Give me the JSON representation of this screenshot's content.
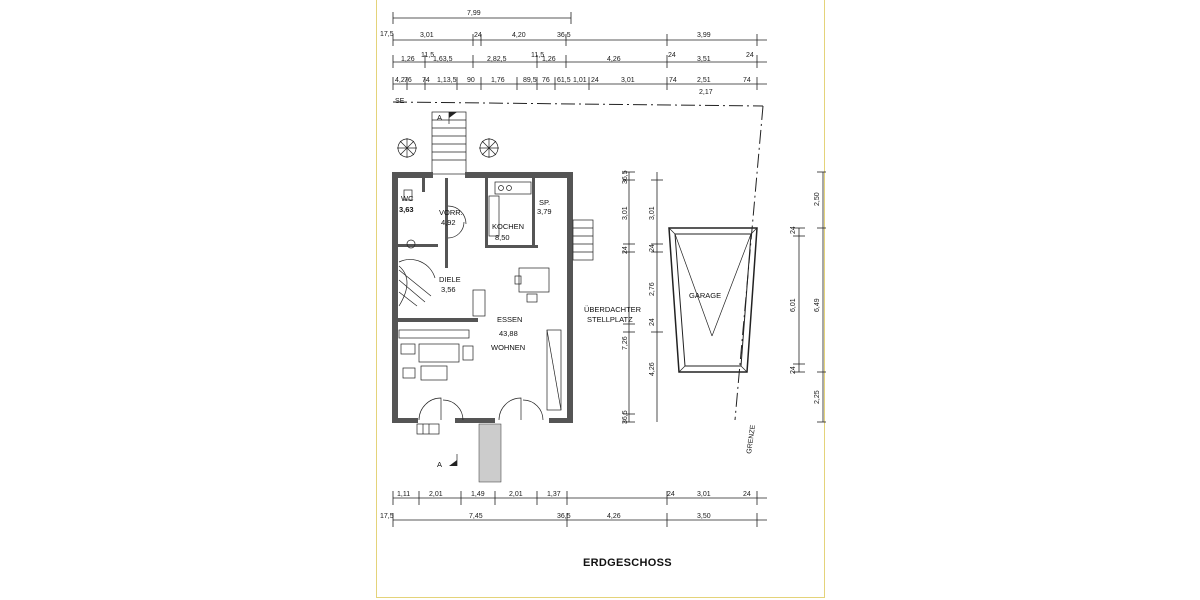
{
  "plan_title": "ERDGESCHOSS",
  "rooms": {
    "wc": {
      "name": "WC",
      "area": "3,63"
    },
    "vorr": {
      "name": "VORR.",
      "area": "4,92"
    },
    "kochen": {
      "name": "KOCHEN",
      "area": "8,50"
    },
    "sp": {
      "name": "SP.",
      "area": "3,79"
    },
    "diele": {
      "name": "DIELE",
      "area": "3,56"
    },
    "essen": {
      "name": "ESSEN",
      "area": "43,88",
      "name2": "WOHNEN"
    },
    "garage": {
      "name": "GARAGE"
    },
    "stellplatz": {
      "line1": "ÜBERDACHTER",
      "line2": "STELLPLATZ"
    }
  },
  "labels": {
    "section_a": "A",
    "grenze": "GRENZE",
    "se": "SE"
  },
  "dims_top": {
    "row1": {
      "total": "7,99",
      "start": "17,5"
    },
    "row2": [
      "3,01",
      "24",
      "4,20",
      "36,5",
      "3,99"
    ],
    "row3": [
      "1,26",
      "11,5",
      "1,63,5",
      "2,82,5",
      "11,5",
      "1,26",
      "4,26",
      "24",
      "3,51",
      "24"
    ],
    "row4": [
      "4,2",
      "76",
      "74",
      "1,13,5",
      "90",
      "1,76",
      "89,5",
      "76",
      "61,5",
      "1,01",
      "24",
      "3,01",
      "74",
      "2,51",
      "74"
    ],
    "row5": "2,17"
  },
  "dims_bottom": {
    "row1": [
      "1,11",
      "2,01",
      "1,49",
      "2,01",
      "1,37",
      "24",
      "3,01",
      "24"
    ],
    "row2": [
      "17,5",
      "7,45",
      "36,5",
      "4,26",
      "3,50"
    ]
  },
  "dims_mid": [
    "36,5",
    "3,01",
    "24",
    "2,76",
    "24",
    "4,26",
    "36,5",
    "3,01",
    "24",
    "7,26"
  ],
  "dims_right_a": [
    "24",
    "6,01",
    "24"
  ],
  "dims_right_b": [
    "2,50",
    "6,49",
    "2,25"
  ]
}
